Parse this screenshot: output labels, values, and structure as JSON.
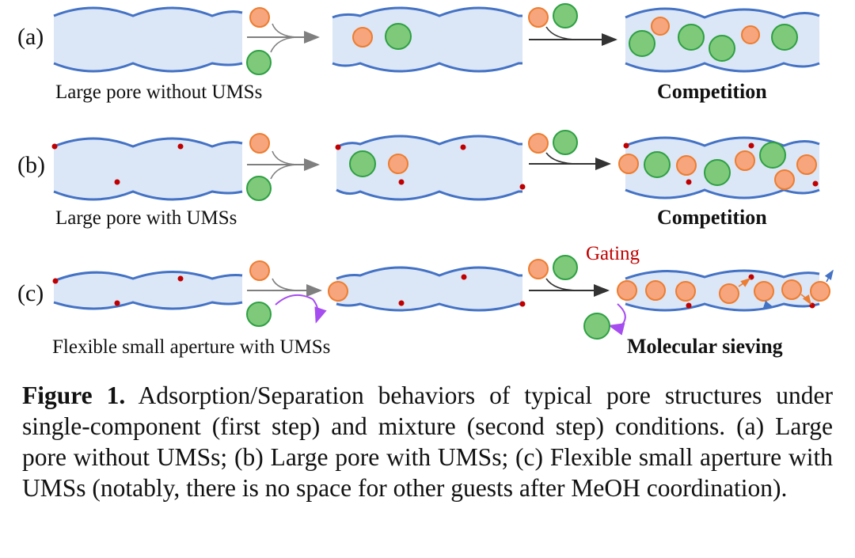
{
  "figure": {
    "rows": [
      {
        "tag": "(a)",
        "left_label": "Large pore without UMSs",
        "right_label": "Competition"
      },
      {
        "tag": "(b)",
        "left_label": "Large pore with UMSs",
        "right_label": "Competition"
      },
      {
        "tag": "(c)",
        "left_label": "Flexible small aperture with UMSs",
        "right_label": "Molecular sieving",
        "annotation": "Gating"
      }
    ],
    "colors": {
      "pore_fill": "#dbe6f6",
      "pore_edge": "#4472c4",
      "orange_fill": "#f7a57c",
      "orange_edge": "#ed7d31",
      "green_fill": "#7fc97a",
      "green_edge": "#2ea043",
      "ums_dot": "#c00000",
      "gating_text": "#c00000",
      "purple_arrow": "#a64df0",
      "grey_arrow": "#7f7f7f"
    }
  },
  "caption": {
    "label": "Figure 1.",
    "text": "Adsorption/Separation behaviors of typical pore structures under single-component (first step) and mixture (second step) conditions. (a) Large pore without UMSs; (b) Large pore with UMSs; (c) Flexible small aperture with UMSs (notably, there is no space for other guests after MeOH coordination)."
  }
}
